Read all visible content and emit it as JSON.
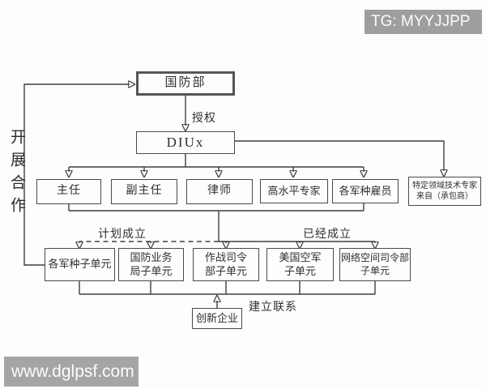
{
  "overlays": {
    "tg_badge": "TG: MYYJJPP",
    "watermark": "www.dglpsf.com"
  },
  "diagram": {
    "side_label_vertical": "开展合作",
    "nodes": {
      "dod": "国防部",
      "diux": "DIUx",
      "director": "主任",
      "deputy_director": "副主任",
      "lawyer": "律师",
      "high_level_experts": "高水平专家",
      "service_employees": "各军种雇员",
      "contractor_experts": "特定领域技术专家\n来自（承包商）",
      "service_subunit": "各军种子单元",
      "defense_business_subunit": "国防业务\n局子单元",
      "combatant_command_subunit": "作战司令\n部子单元",
      "usaf_subunit": "美国空军\n子单元",
      "cyber_command_subunit": "网络空间司令部\n子单元",
      "innovative_enterprises": "创新企业"
    },
    "edge_labels": {
      "authorization": "授权",
      "planned_establishment": "计划成立",
      "already_established": "已经成立",
      "establish_contact": "建立联系"
    },
    "colors": {
      "line": "#3f3f3f",
      "box_border": "#4a4a4a",
      "badge_bg": "#9e9e9e",
      "watermark_bg": "#a5a5a5",
      "badge_text": "#fcfcfc",
      "background": "#fdfdfd"
    }
  }
}
